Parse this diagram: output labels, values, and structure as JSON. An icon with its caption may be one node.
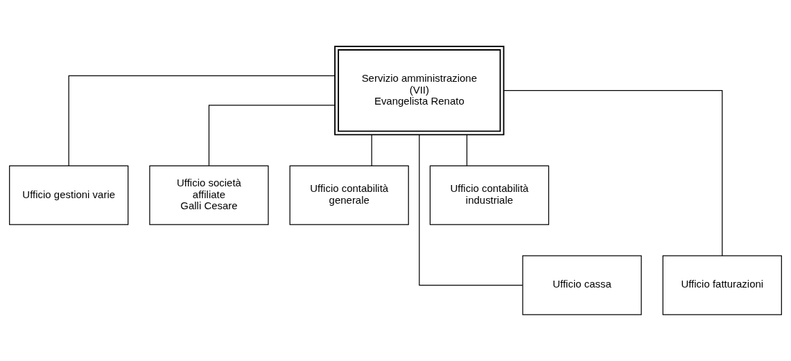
{
  "diagram": {
    "nodes": [
      {
        "text": [
          "Servizio amministrazione (VII)",
          "Evangelista Renato"
        ]
      },
      {
        "text": [
          "Ufficio gestioni varie"
        ]
      },
      {
        "text": [
          "Ufficio società affiliate",
          "Galli Cesare"
        ]
      },
      {
        "text": [
          "Ufficio contabilità generale"
        ]
      },
      {
        "text": [
          "Ufficio contabilità industriale"
        ]
      },
      {
        "text": [
          "Ufficio cassa"
        ]
      },
      {
        "text": [
          "Ufficio fatturazioni"
        ]
      }
    ],
    "edges": [
      {
        "from": 0,
        "to": 1,
        "arrow": "none"
      },
      {
        "from": 0,
        "to": 2,
        "arrow": "none"
      },
      {
        "from": 0,
        "to": 3,
        "arrow": "none"
      },
      {
        "from": 0,
        "to": 4,
        "arrow": "none"
      },
      {
        "from": 0,
        "to": 5,
        "arrow": "none"
      },
      {
        "from": 0,
        "to": 6,
        "arrow": "none"
      }
    ]
  }
}
